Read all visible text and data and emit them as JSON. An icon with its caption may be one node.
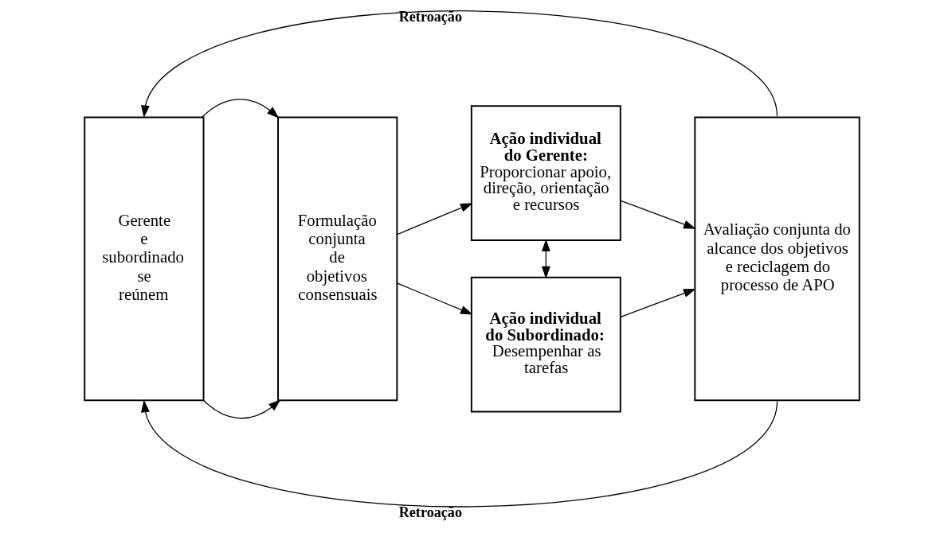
{
  "diagram": {
    "nodes": [
      {
        "text": [
          "Gerente e subordinado se reúnem"
        ]
      },
      {
        "text": [
          "Formulação conjunta de objetivos consensuais"
        ]
      },
      {
        "text": [
          "Ação individual do Gerente:",
          "Proporcionar apoio, direção, orientação e recursos"
        ]
      },
      {
        "text": [
          "Ação individual do Subordinado:",
          "Desempenhar as tarefas"
        ]
      },
      {
        "text": [
          "Avaliação conjunta do alcance dos objetivos e reciclagem do processo de APO"
        ]
      }
    ],
    "edges": [
      {
        "from": 0,
        "to": 1,
        "arrow": "to"
      },
      {
        "from": 0,
        "to": 1,
        "arrow": "to"
      },
      {
        "from": 1,
        "to": 2,
        "arrow": "to"
      },
      {
        "from": 1,
        "to": 3,
        "arrow": "to"
      },
      {
        "from": 2,
        "to": 3,
        "arrow": "both"
      },
      {
        "from": 2,
        "to": 4,
        "arrow": "to"
      },
      {
        "from": 3,
        "to": 4,
        "arrow": "to"
      },
      {
        "from": 4,
        "to": 0,
        "arrow": "to",
        "label": "Retroação"
      },
      {
        "from": 4,
        "to": 0,
        "arrow": "to",
        "label": "Retroação"
      }
    ]
  }
}
